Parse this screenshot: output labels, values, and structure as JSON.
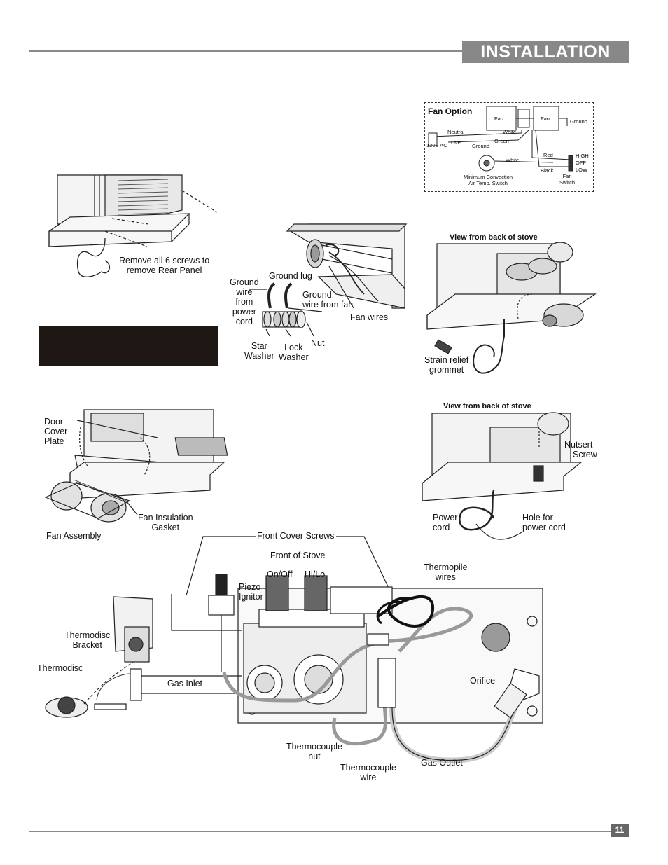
{
  "header": {
    "title": "INSTALLATION"
  },
  "footer": {
    "page_number": "11"
  },
  "fig1": {
    "caption_1": "Remove all 6 screws to",
    "caption_2": "remove Rear Panel"
  },
  "fig2": {
    "ground_lug": "Ground lug",
    "ground_wire_power_1": "Ground",
    "ground_wire_power_2": "wire",
    "ground_wire_power_3": "from",
    "ground_wire_power_4": "power",
    "ground_wire_power_5": "cord",
    "ground_wire_fan_1": "Ground",
    "ground_wire_fan_2": "wire from fan",
    "fan_wires": "Fan wires",
    "nut": "Nut",
    "star_washer_1": "Star",
    "star_washer_2": "Washer",
    "lock_washer_1": "Lock",
    "lock_washer_2": "Washer"
  },
  "fan_option": {
    "title": "Fan Option",
    "fan_1": "Fan",
    "fan_2": "Fan",
    "ground_top": "Ground",
    "white_top": "White",
    "neutral": "Neutral",
    "live": "Live",
    "green": "Green",
    "ground_mid": "Ground",
    "voltage": "120V AC",
    "white_mid": "White",
    "red": "Red",
    "black": "Black",
    "high": "HIGH",
    "off": "OFF",
    "low": "LOW",
    "switch_1": "Minimum Convection",
    "switch_2": "Air Temp. Switch",
    "fan_switch_1": "Fan",
    "fan_switch_2": "Switch"
  },
  "fig3": {
    "title": "View from back of stove",
    "strain_1": "Strain relief",
    "strain_2": "grommet"
  },
  "fig4": {
    "door_1": "Door",
    "door_2": "Cover",
    "door_3": "Plate",
    "gasket_1": "Fan Insulation",
    "gasket_2": "Gasket",
    "fan_assembly": "Fan Assembly"
  },
  "fig5": {
    "title": "View from back of stove",
    "nutsert_1": "Nutsert",
    "nutsert_2": "Screw",
    "power_1": "Power",
    "power_2": "cord",
    "hole_1": "Hole for",
    "hole_2": "power cord"
  },
  "fig6": {
    "front_cover_screws": "Front Cover Screws",
    "front_of_stove": "Front of Stove",
    "on_off": "On/Off",
    "hi_lo": "Hi/Lo",
    "piezo_1": "Piezo",
    "piezo_2": "Ignitor",
    "thermopile_1": "Thermopile",
    "thermopile_2": "wires",
    "bracket_1": "Thermodisc",
    "bracket_2": "Bracket",
    "thermodisc": "Thermodisc",
    "gas_inlet": "Gas Inlet",
    "orifice": "Orifice",
    "tc_nut_1": "Thermocouple",
    "tc_nut_2": "nut",
    "tc_wire_1": "Thermocouple",
    "tc_wire_2": "wire",
    "gas_outlet": "Gas Outlet"
  }
}
